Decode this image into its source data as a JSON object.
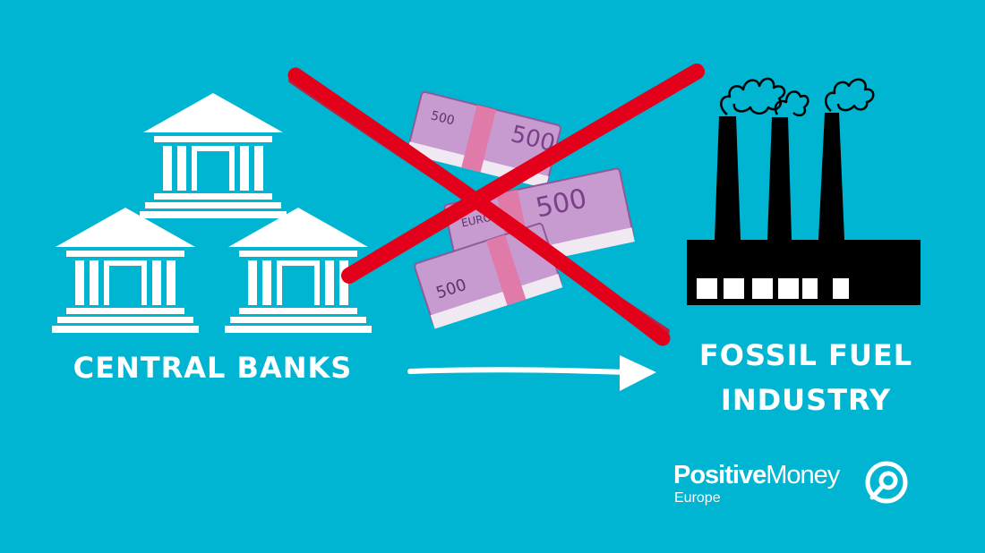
{
  "labels": {
    "central_banks": "CENTRAL BANKS",
    "fossil_line1": "FOSSIL FUEL",
    "fossil_line2": "INDUSTRY"
  },
  "logo": {
    "bold": "Positive",
    "regular": "Money",
    "sub": "Europe"
  },
  "money": {
    "note_value": "500",
    "note_currency": "EURO"
  },
  "icons": {
    "banks": "bank-building-icon",
    "factory": "factory-icon",
    "arrow": "arrow-right-icon",
    "cross": "red-cross-icon",
    "money": "money-stack-icon",
    "logo_mark": "positive-money-logo-icon"
  },
  "colors": {
    "background": "#00b5d1",
    "white": "#ffffff",
    "factory": "#000000",
    "cross": "#e3001b",
    "banknote": "#b77bc4"
  }
}
